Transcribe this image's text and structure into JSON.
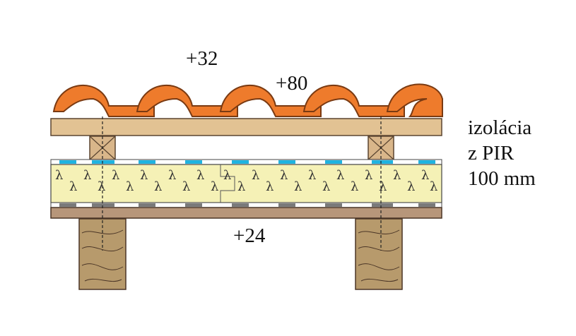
{
  "labels": {
    "top_left": "+32",
    "top_right": "+80",
    "bottom": "+24",
    "side_line1": "izolácia",
    "side_line2": "z PIR",
    "side_line3": "100 mm"
  },
  "symbols": {
    "lambda": "λ"
  },
  "colors": {
    "tile": "#ee7b2c",
    "tile_stroke": "#7a3a12",
    "batten_board": "#e2c293",
    "insulation": "#f5f1b6",
    "membrane_blue": "#1fb3e0",
    "membrane_gray": "#7a7a7a",
    "ceiling_board": "#b7967a",
    "rafter": "#b79a6c"
  }
}
